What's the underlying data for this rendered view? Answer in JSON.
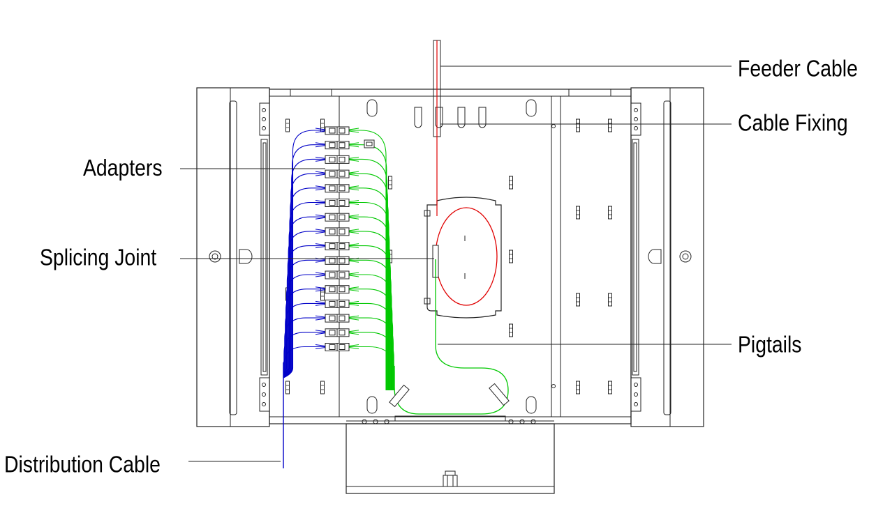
{
  "labels": {
    "feeder_cable": "Feeder Cable",
    "cable_fixing": "Cable Fixing",
    "adapters": "Adapters",
    "splicing_joint": "Splicing Joint",
    "pigtails": "Pigtails",
    "distribution_cable": "Distribution Cable"
  },
  "colors": {
    "feeder_fiber": "#e00000",
    "pigtail_fiber": "#00c800",
    "distribution_fiber": "#0000c8",
    "outline": "#222222"
  },
  "adapter_count": 16
}
